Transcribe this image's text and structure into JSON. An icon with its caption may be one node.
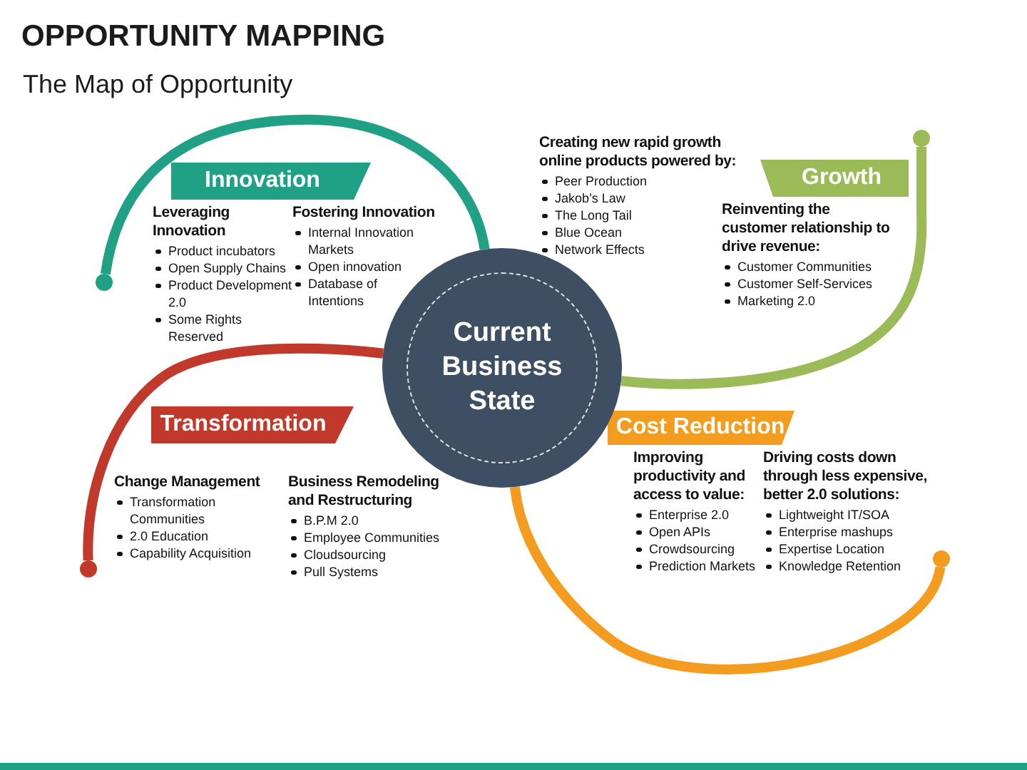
{
  "diagram": {
    "title": "OPPORTUNITY MAPPING",
    "nodes": [
      {
        "text": [
          "Innovation"
        ],
        "beside": [
          "Leveraging Innovation",
          "Product incubators",
          "Open Supply Chains",
          "Product Development 2.0",
          "Some Rights Reserved",
          "Fostering Innovation",
          "Internal Innovation Markets",
          "Open innovation",
          "Database of Intentions"
        ]
      },
      {
        "text": [
          "Growth"
        ],
        "beside": [
          "Creating new rapid growth online products powered by:",
          "Peer Production",
          "Jakob’s Law",
          "The Long Tail",
          "Blue Ocean",
          "Network Effects",
          "Reinventing the customer relationship to drive revenue:",
          "Customer Communities",
          "Customer Self-Services",
          "Marketing 2.0"
        ]
      },
      {
        "text": [
          "Current Business State"
        ]
      },
      {
        "text": [
          "Transformation"
        ],
        "beside": [
          "Change Management",
          "Transformation Communities",
          "2.0 Education",
          "Capability Acquisition",
          "Business Remodeling and Restructuring",
          "B.P.M 2.0",
          "Employee Communities",
          "Cloudsourcing",
          "Pull Systems"
        ]
      },
      {
        "text": [
          "Cost Reduction"
        ],
        "beside": [
          "Improving productivity and access to value:",
          "Enterprise 2.0",
          "Open APIs",
          "Crowdsourcing",
          "Prediction Markets",
          "Driving costs down through less expensive, better 2.0 solutions:",
          "Lightweight IT/SOA",
          "Enterprise mashups",
          "Expertise Location",
          "Knowledge Retention"
        ]
      },
      {
        "text": [],
        "shape": "circle"
      },
      {
        "text": [],
        "shape": "circle"
      },
      {
        "text": [],
        "shape": "circle"
      },
      {
        "text": [],
        "shape": "circle"
      }
    ],
    "edges": [
      {
        "from": 2,
        "to": 5,
        "arrow": "none",
        "color": "#20a084"
      },
      {
        "from": 2,
        "to": 6,
        "arrow": "none",
        "color": "#9bbb59"
      },
      {
        "from": 2,
        "to": 7,
        "arrow": "none",
        "color": "#c0392b"
      },
      {
        "from": 2,
        "to": 8,
        "arrow": "none",
        "color": "#f39c1f"
      }
    ],
    "labels": [
      "The Map of Opportunity"
    ]
  }
}
